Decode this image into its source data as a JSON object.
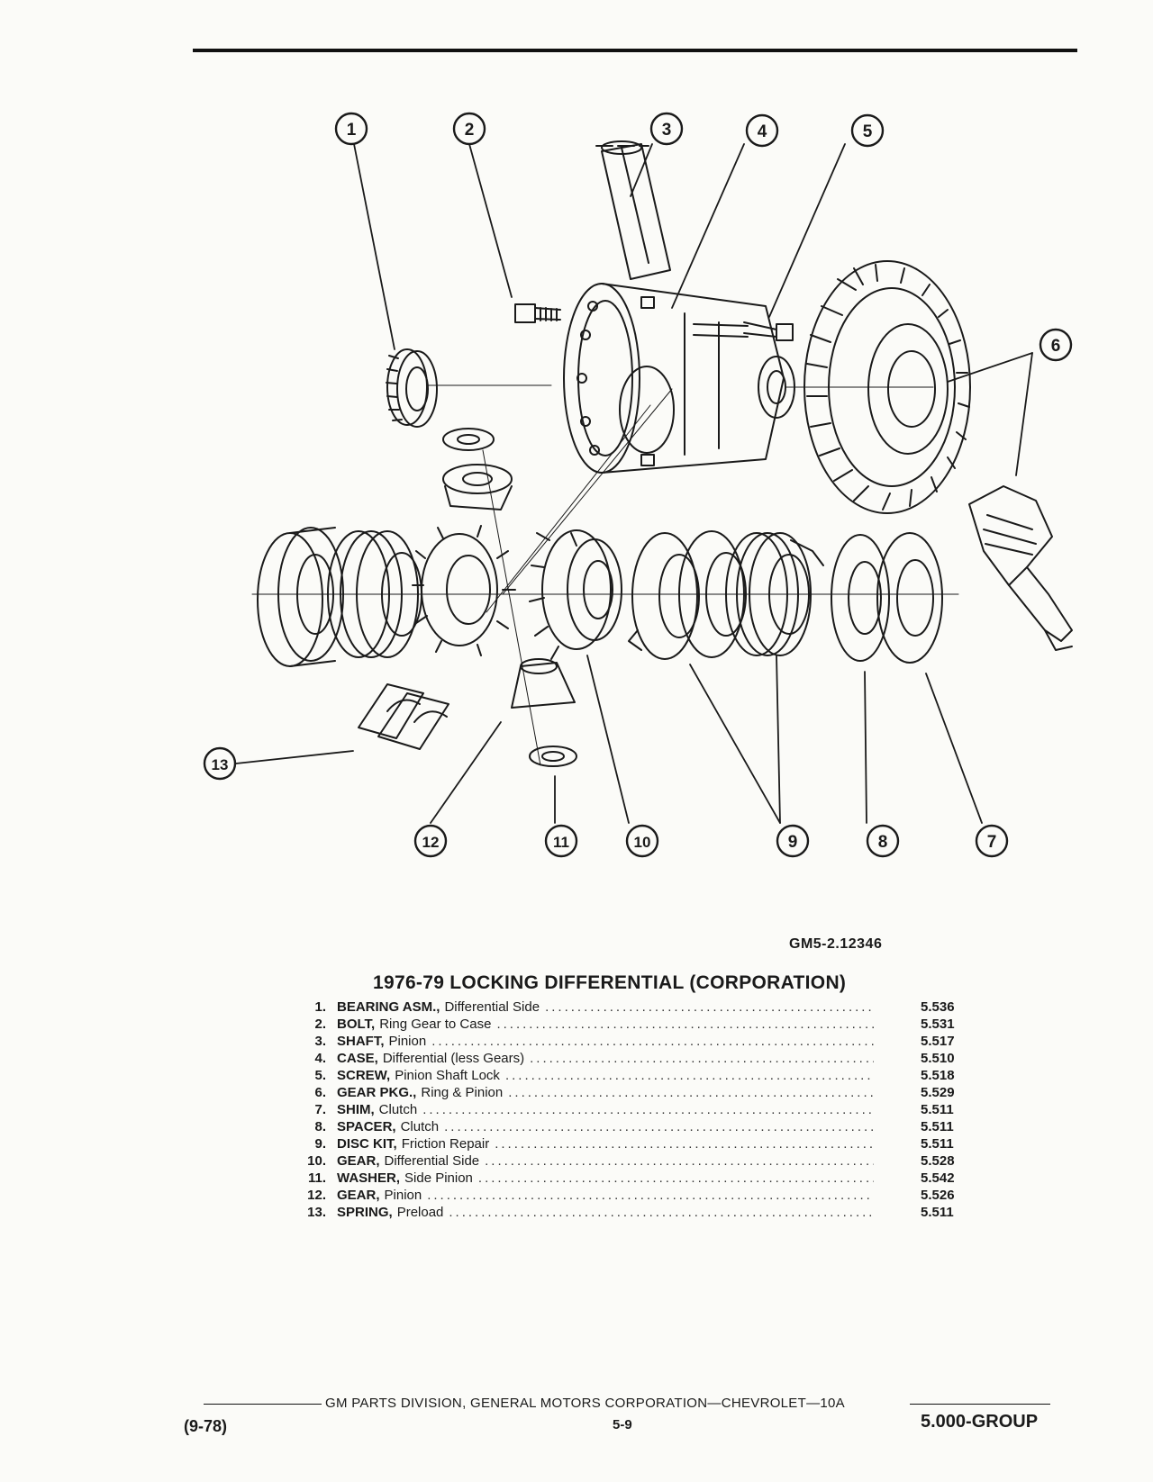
{
  "figure": {
    "code": "GM5-2.12346",
    "callouts": [
      "1",
      "2",
      "3",
      "4",
      "5",
      "6",
      "7",
      "8",
      "9",
      "10",
      "11",
      "12",
      "13"
    ]
  },
  "parts_list": {
    "title": "1976-79 LOCKING DIFFERENTIAL (CORPORATION)",
    "items": [
      {
        "num": "1.",
        "name": "BEARING ASM.,",
        "desc": "Differential Side",
        "group": "5.536"
      },
      {
        "num": "2.",
        "name": "BOLT,",
        "desc": "Ring Gear to Case",
        "group": "5.531"
      },
      {
        "num": "3.",
        "name": "SHAFT,",
        "desc": "Pinion",
        "group": "5.517"
      },
      {
        "num": "4.",
        "name": "CASE,",
        "desc": "Differential (less Gears)",
        "group": "5.510"
      },
      {
        "num": "5.",
        "name": "SCREW,",
        "desc": "Pinion Shaft Lock",
        "group": "5.518"
      },
      {
        "num": "6.",
        "name": "GEAR PKG.,",
        "desc": "Ring & Pinion",
        "group": "5.529"
      },
      {
        "num": "7.",
        "name": "SHIM,",
        "desc": "Clutch",
        "group": "5.511"
      },
      {
        "num": "8.",
        "name": "SPACER,",
        "desc": "Clutch",
        "group": "5.511"
      },
      {
        "num": "9.",
        "name": "DISC KIT,",
        "desc": "Friction Repair",
        "group": "5.511"
      },
      {
        "num": "10.",
        "name": "GEAR,",
        "desc": "Differential Side",
        "group": "5.528"
      },
      {
        "num": "11.",
        "name": "WASHER,",
        "desc": "Side Pinion",
        "group": "5.542"
      },
      {
        "num": "12.",
        "name": "GEAR,",
        "desc": "Pinion",
        "group": "5.526"
      },
      {
        "num": "13.",
        "name": "SPRING,",
        "desc": "Preload",
        "group": "5.511"
      }
    ]
  },
  "footer": {
    "publisher": "GM PARTS DIVISION, GENERAL MOTORS CORPORATION—CHEVROLET—10A",
    "date": "(9-78)",
    "page": "5-9",
    "group": "5.000-GROUP"
  }
}
